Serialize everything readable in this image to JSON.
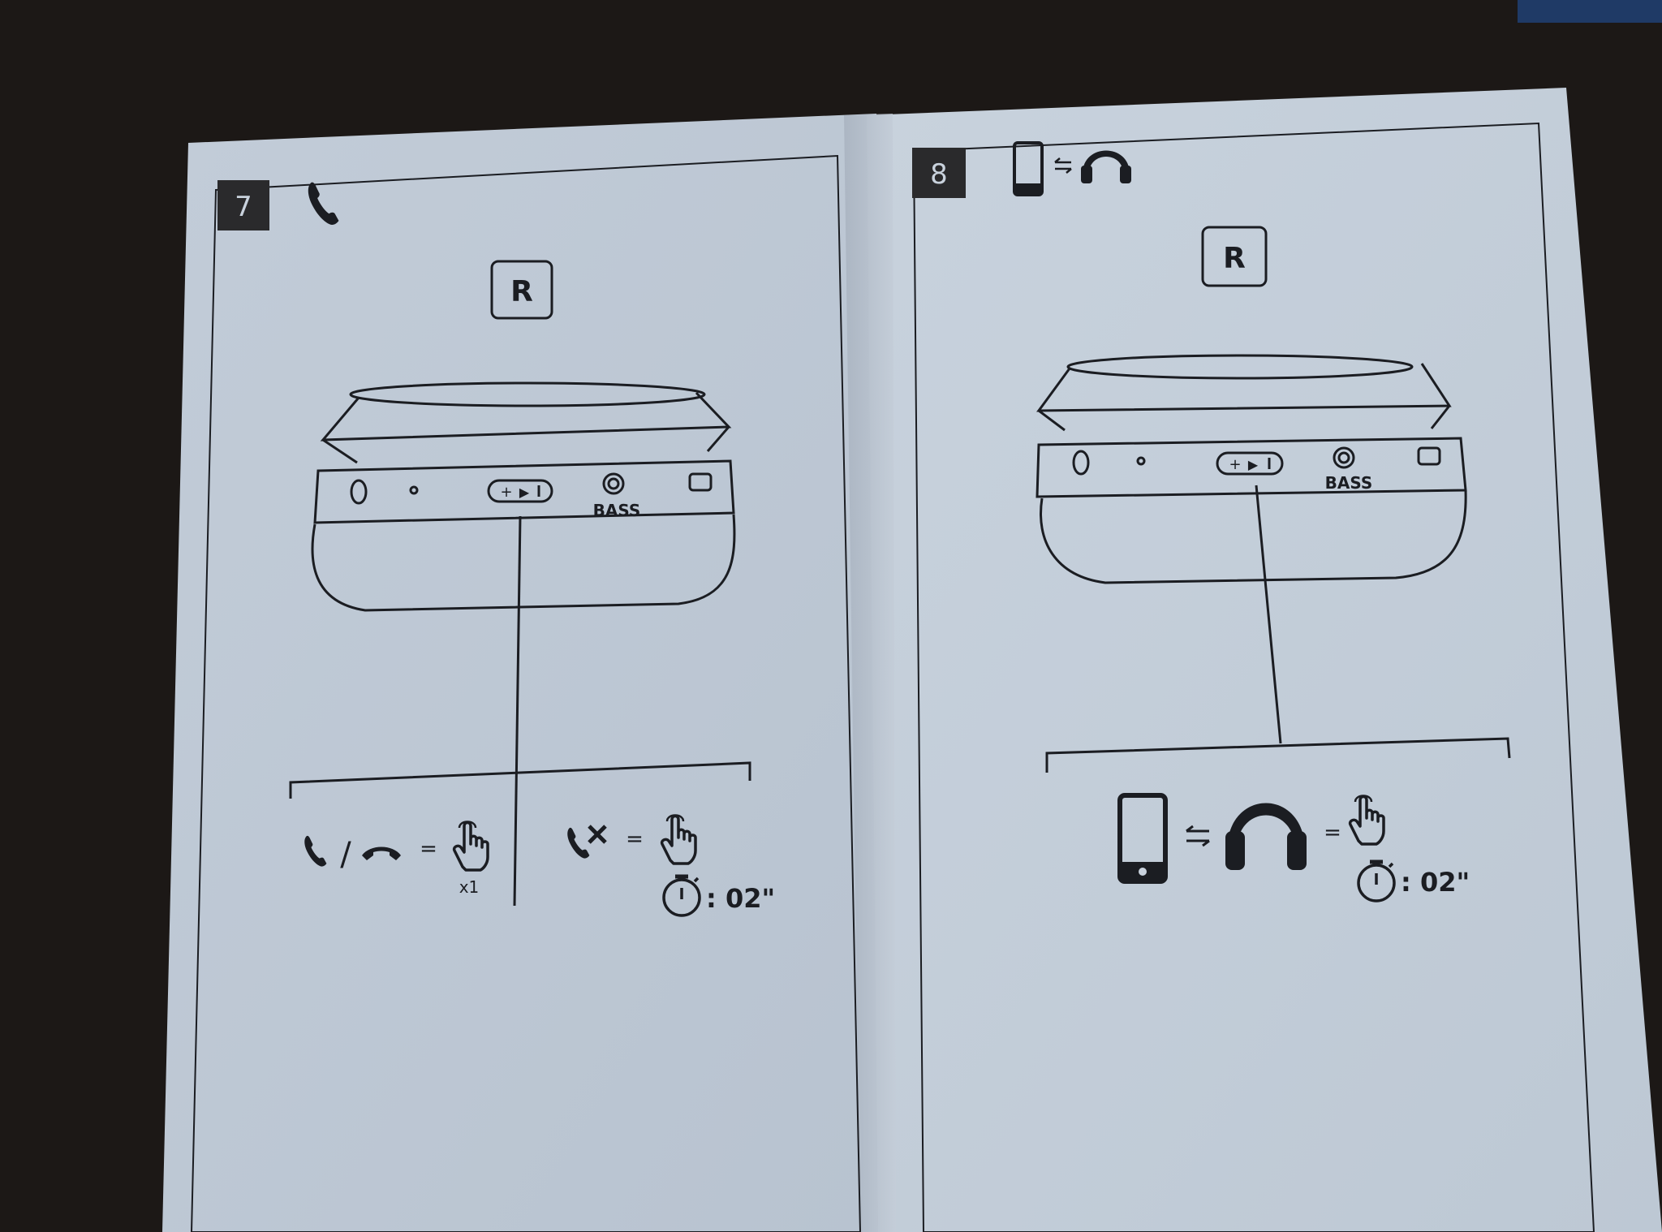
{
  "colors": {
    "background": "#1c1816",
    "paper": "#c9d2dd",
    "ink": "#1b1d22",
    "badge_bg": "#2a2a2c"
  },
  "page_left": {
    "page_number": "7",
    "header_icon": "phone-icon",
    "side_label": "R",
    "bass_label": "BASS",
    "instructions": {
      "answer_end": {
        "icons": [
          "phone-icon",
          "hang-up-icon"
        ],
        "separator": "/",
        "equals": "=",
        "action_icon": "finger-tap-icon",
        "count": "x1"
      },
      "reject": {
        "icon": "phone-reject-icon",
        "equals": "=",
        "action_icon": "finger-tap-icon",
        "timer_icon": "stopwatch-icon",
        "duration": ": 02\""
      }
    }
  },
  "page_right": {
    "page_number": "8",
    "header_icons": [
      "smartphone-icon",
      "swap-arrows-icon",
      "headphones-icon"
    ],
    "side_label": "R",
    "bass_label": "BASS",
    "instructions": {
      "pair": {
        "icons": [
          "smartphone-icon",
          "swap-arrows-icon",
          "headphones-icon"
        ],
        "equals": "=",
        "action_icon": "finger-tap-icon",
        "timer_icon": "stopwatch-icon",
        "duration": ": 02\""
      }
    }
  }
}
